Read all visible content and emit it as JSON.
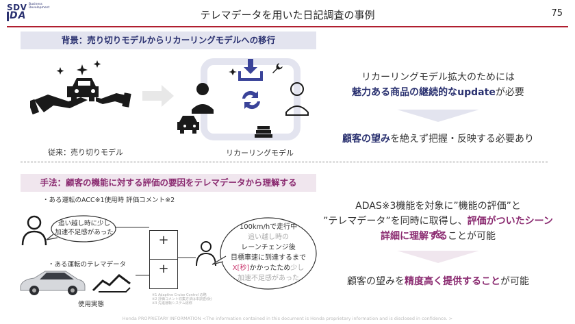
{
  "header": {
    "logo_top": "SDV",
    "logo_sub": "Business Development",
    "logo_main": "DA",
    "title": "テレマデータを用いた日記調査の事例",
    "page_number": "75"
  },
  "section1": {
    "banner": "背景：売り切りモデルからリカーリングモデルへの移行",
    "caption_left": "従来：売り切りモデル",
    "caption_right": "リカーリングモデル",
    "right_line1": "リカーリングモデル拡大のためには",
    "right_line2_bold": "魅力ある商品の継続的なupdate",
    "right_line2_rest": "が必要",
    "right_line3_bold": "顧客の望み",
    "right_line3_rest": "を絶えず把握・反映する必要あり"
  },
  "section2": {
    "banner": "手法：顧客の機能に対する評価の要因をテレマデータから理解する",
    "label_comment": "・ある運転のACC※1使用時 評価コメント※2",
    "bubble1_line1": "追い越し時に少し",
    "bubble1_line2": "加速不足感があった",
    "label_telemetry": "・ある運転のテレマデータ",
    "label_usage": "使用実態",
    "plus": "+",
    "bubble2": {
      "line1": "100km/hで走行中",
      "line2": "追い越し時の",
      "line3": "レーンチェンジ後",
      "line4": "目標車速に到達するまで",
      "line5_a": "X[秒]",
      "line5_b": "かかったため",
      "line5_c": "少し",
      "line6": "加速不足感があった"
    },
    "footnote1": "※1 Adaptive Cruise Control の略",
    "footnote2": "※2 評価コメント収集方法は本調査(仮)",
    "footnote3": "※3 先進運転システム総称",
    "right_line1": "ADAS※3機能を対象に”機能の評価”と",
    "right_line2_a": "”テレマデータ”を同時に取得し、",
    "right_line2_bold": "評価がついたシーンを",
    "right_line3_bold": "詳細に理解する",
    "right_line3_rest": "ことが可能",
    "right_line4_a": "顧客の望みを",
    "right_line4_bold": "精度高く提供すること",
    "right_line4_rest": "が可能"
  },
  "footer": "Honda PROPRIETARY INFORMATION <The information contained in this document is Honda proprietary information and is disclosed in confidence. >",
  "colors": {
    "navy": "#2a3170",
    "accent_red": "#b01e2f",
    "pink": "#8a2a70",
    "banner_blue": "#e3e4ef",
    "banner_pink": "#f0e6ee"
  }
}
